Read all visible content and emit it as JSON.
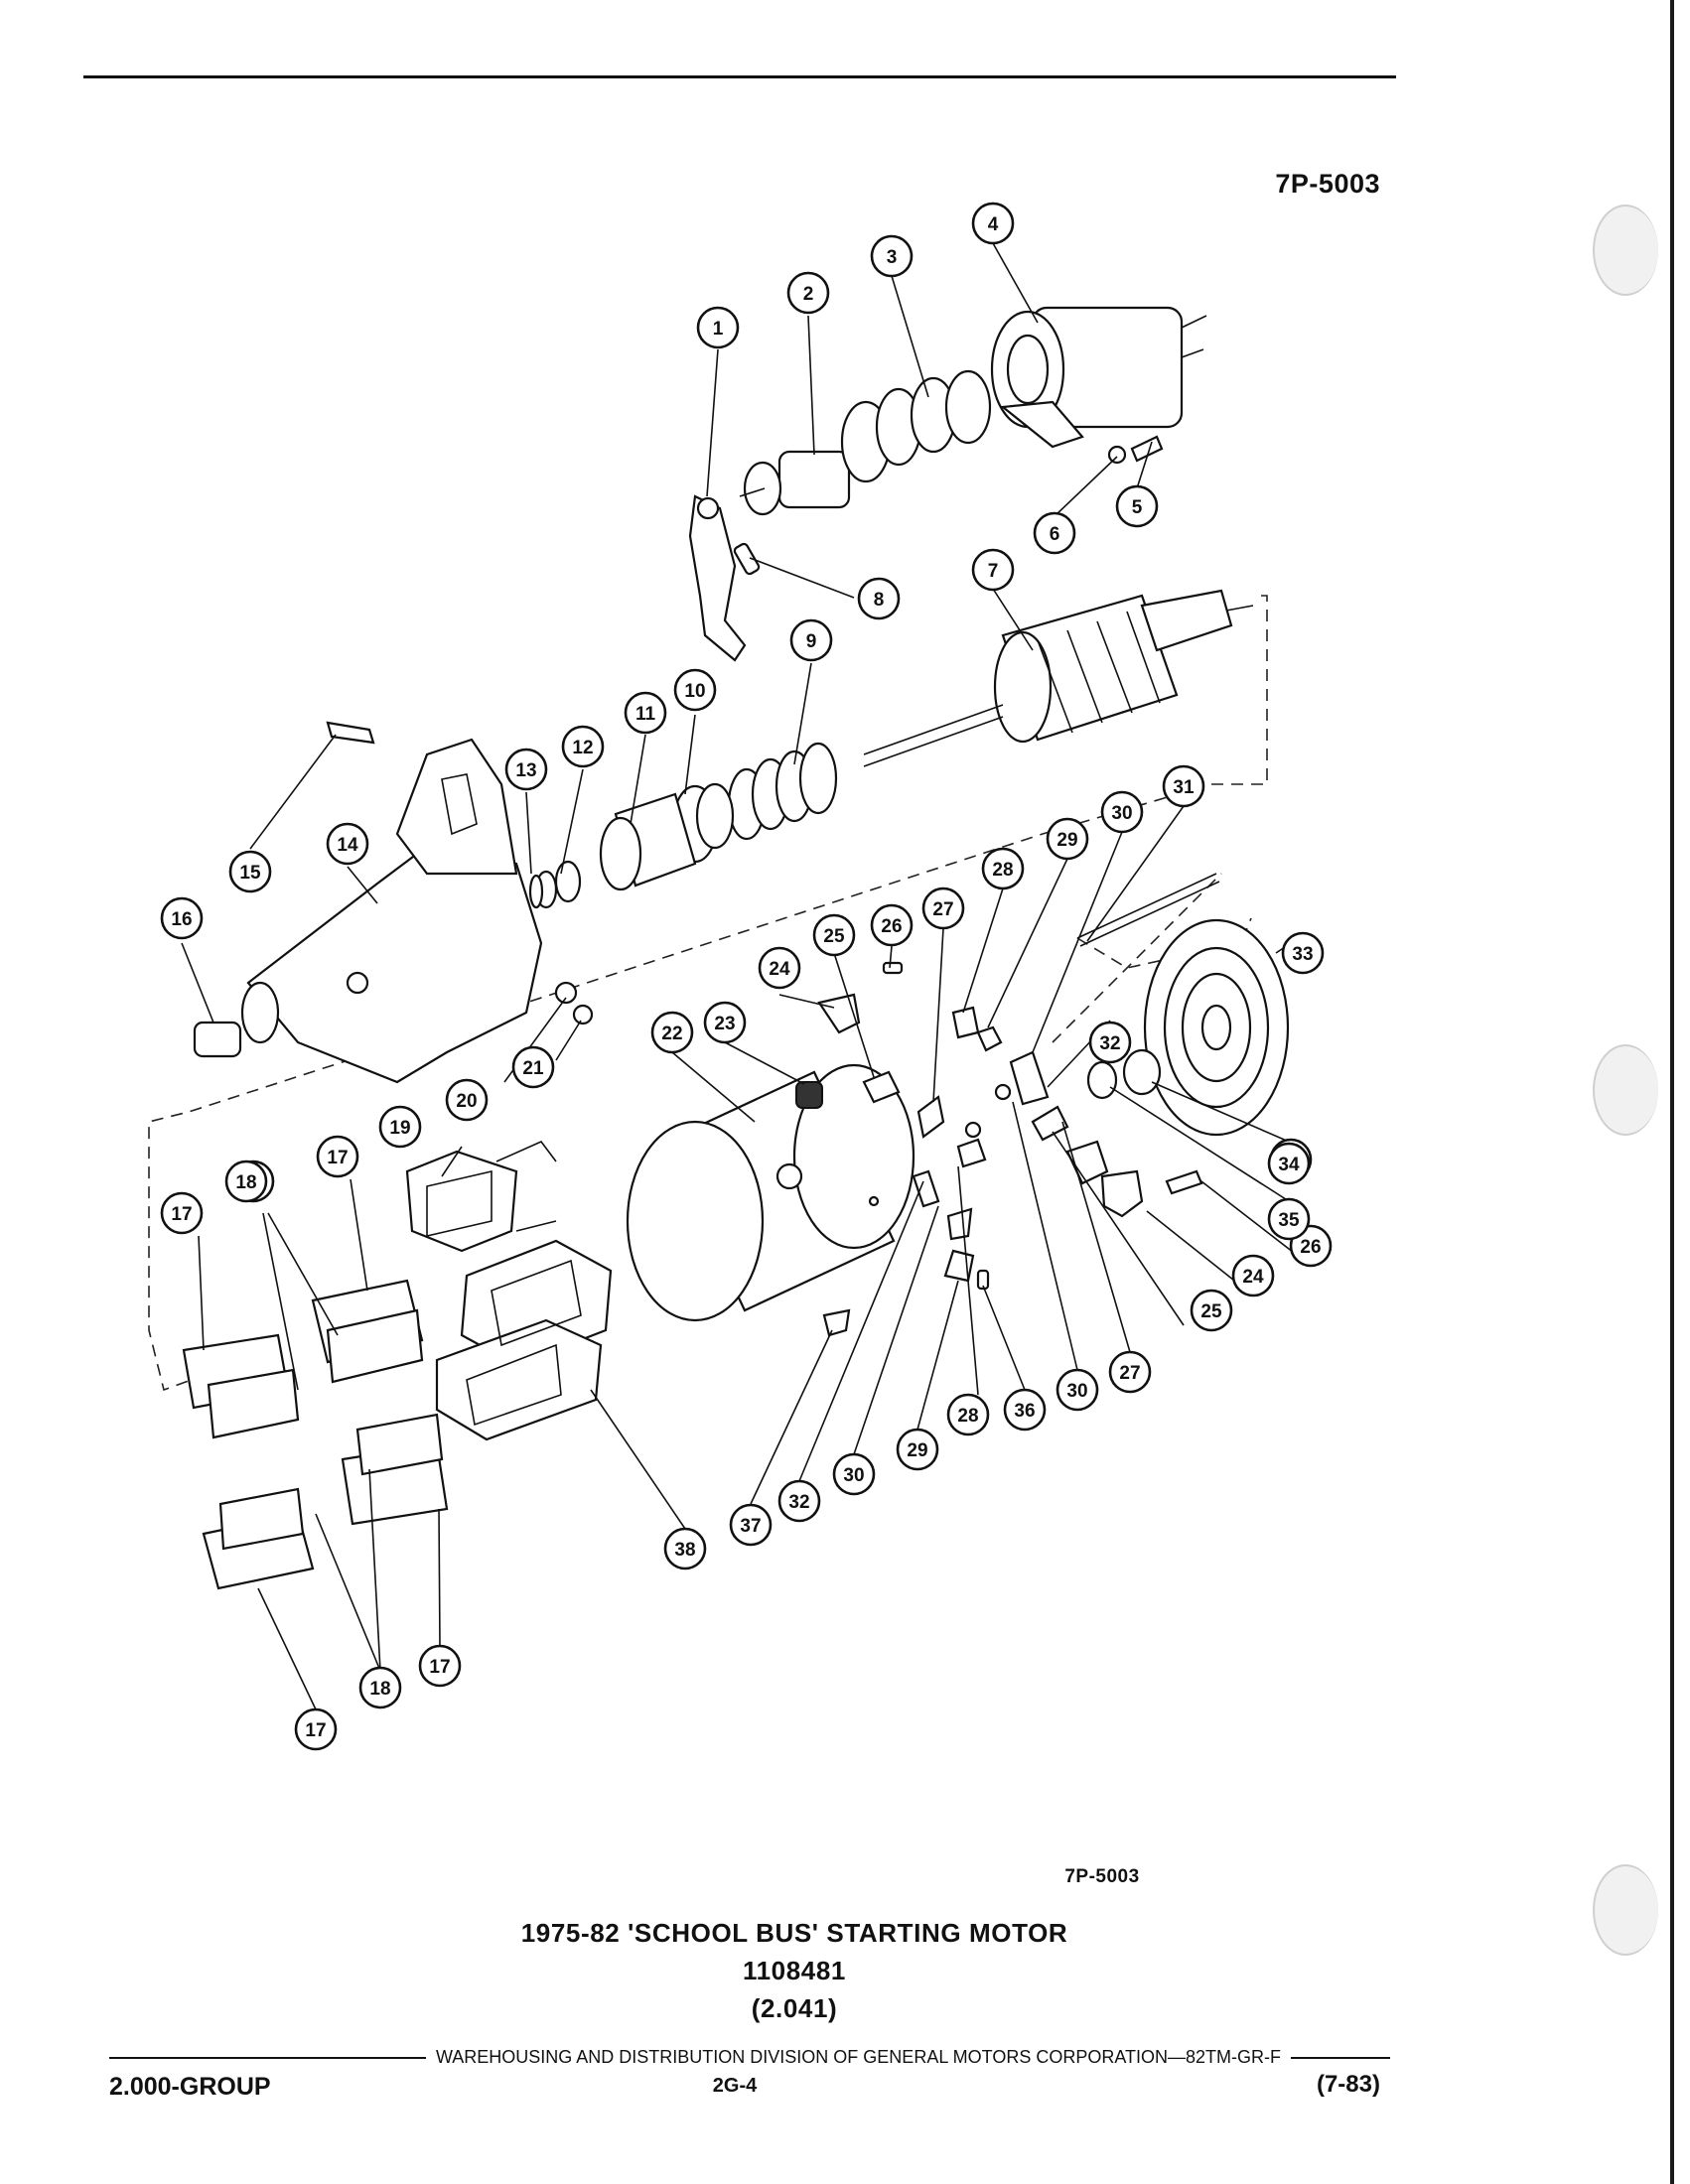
{
  "figure_code_top": "7P-5003",
  "figure_code_bottom": "7P-5003",
  "caption": {
    "title": "1975-82 'SCHOOL BUS' STARTING MOTOR",
    "part_number": "1108481",
    "code": "(2.041)"
  },
  "callouts": [
    "1",
    "2",
    "3",
    "4",
    "5",
    "6",
    "7",
    "8",
    "9",
    "10",
    "11",
    "12",
    "13",
    "14",
    "15",
    "16",
    "17",
    "17",
    "17",
    "17",
    "17",
    "18",
    "18",
    "18",
    "19",
    "20",
    "21",
    "22",
    "23",
    "24",
    "24",
    "25",
    "25",
    "26",
    "26",
    "27",
    "27",
    "28",
    "28",
    "29",
    "29",
    "30",
    "30",
    "30",
    "31",
    "32",
    "32",
    "33",
    "34",
    "35",
    "36",
    "37",
    "38"
  ],
  "footer": {
    "division": "WAREHOUSING AND DISTRIBUTION  DIVISION OF GENERAL MOTORS CORPORATION—82TM-GR-F",
    "group": "2.000-GROUP",
    "page": "2G-4",
    "date": "(7-83)"
  }
}
